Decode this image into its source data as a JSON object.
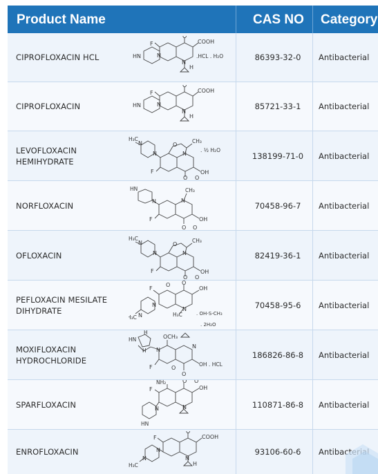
{
  "header": {
    "product_name": "Product Name",
    "cas_no": "CAS NO",
    "category": "Category"
  },
  "rows": [
    {
      "name": "CIPROFLOXACIN HCL",
      "cas": "86393-32-0",
      "category": "Antibacterial",
      "labels": [
        "F",
        "O",
        "COOH",
        "HN",
        "N",
        "N",
        "H",
        ".HCL . H₂O"
      ]
    },
    {
      "name": "CIPROFLOXACIN",
      "cas": "85721-33-1",
      "category": "Antibacterial",
      "labels": [
        "F",
        "O",
        "COOH",
        "HN",
        "N",
        "N",
        "H"
      ]
    },
    {
      "name": "LEVOFLOXACIN HEMIHYDRATE",
      "cas": "138199-71-0",
      "category": "Antibacterial",
      "labels": [
        "H₃C",
        "N",
        "N",
        "O",
        "CH₃",
        ". ½ H₂O",
        "F",
        "N",
        "OH",
        "O",
        "O"
      ]
    },
    {
      "name": "NORFLOXACIN",
      "cas": "70458-96-7",
      "category": "Antibacterial",
      "labels": [
        "HN",
        "N",
        "N",
        "CH₃",
        "F",
        "OH",
        "O",
        "O"
      ]
    },
    {
      "name": "OFLOXACIN",
      "cas": "82419-36-1",
      "category": "Antibacterial",
      "labels": [
        "H₃C",
        "N",
        "N",
        "O",
        "CH₃",
        "F",
        "N",
        "OH",
        "O",
        "O"
      ]
    },
    {
      "name": "PEFLOXACIN MESILATE DIHYDRATE",
      "cas": "70458-95-6",
      "category": "Antibacterial",
      "labels": [
        "F",
        "O",
        "O",
        "OH",
        "N",
        "N",
        "N",
        "H₃C",
        "H₃C",
        ". OH-S-CH₃",
        ". 2H₂O"
      ]
    },
    {
      "name": "MOXIFLOXACIN HYDROCHLORIDE",
      "cas": "186826-86-8",
      "category": "Antibacterial",
      "labels": [
        "H",
        "HN",
        "H",
        "N",
        "OCH₃",
        "O",
        "O",
        "F",
        "OH . HCL",
        "N"
      ]
    },
    {
      "name": "SPARFLOXACIN",
      "cas": "110871-86-8",
      "category": "Antibacterial",
      "labels": [
        "NH₂",
        "O",
        "O",
        "F",
        "OH",
        "N",
        "N",
        "HN"
      ]
    },
    {
      "name": "ENROFLOXACIN",
      "cas": "93106-60-6",
      "category": "Antibacterial",
      "labels": [
        "F",
        "O",
        "COOH",
        "H₃C",
        "N",
        "N",
        "N",
        "H"
      ]
    }
  ],
  "colors": {
    "header_bg": "#1f74b9",
    "row_bg": "#eef4fb",
    "grid": "#c6d8ec"
  },
  "watermark": {
    "icon": "hexagon-logo-icon"
  }
}
